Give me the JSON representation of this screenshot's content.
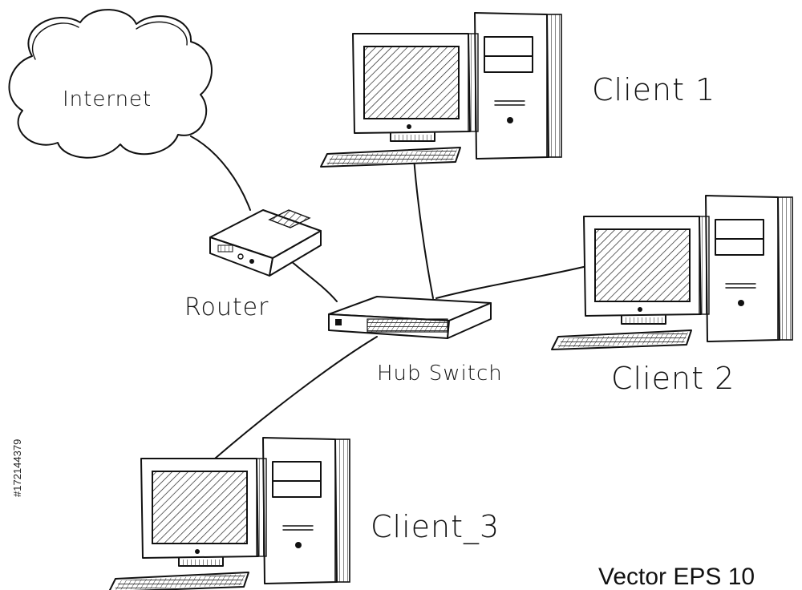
{
  "diagram": {
    "nodes": {
      "internet": "Internet",
      "router": "Router",
      "hub": "Hub Switch",
      "client1": "Client 1",
      "client2": "Client 2",
      "client3": "Client_3"
    },
    "footer": "Vector EPS 10",
    "stock_id": "#172144379"
  }
}
